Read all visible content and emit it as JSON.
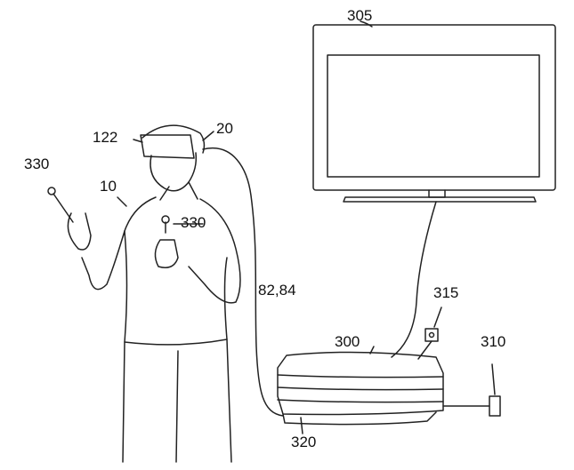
{
  "labels": {
    "tv": "305",
    "hmd": "122",
    "headset": "20",
    "controller_left": "330",
    "user": "10",
    "controller_right": "330",
    "cable": "82,84",
    "socket": "315",
    "console": "300",
    "camera": "310",
    "breakout": "320"
  },
  "colors": {
    "line": "#222222",
    "background": "#ffffff"
  }
}
